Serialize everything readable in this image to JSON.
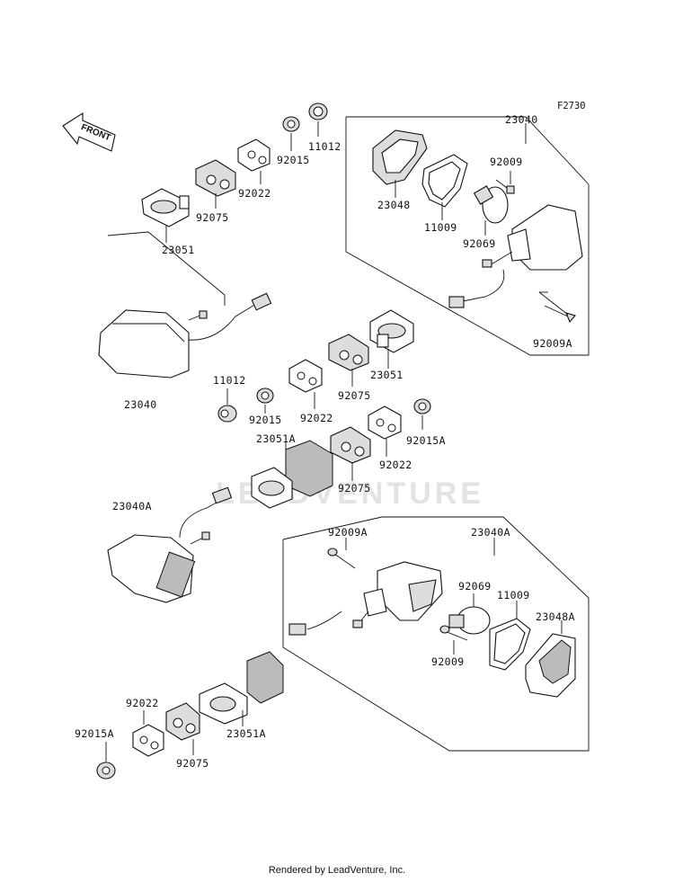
{
  "figure_code": "F2730",
  "front_arrow_label": "FRONT",
  "watermark": "LEADVENTURE",
  "footer": "Rendered by LeadVenture, Inc.",
  "part_labels": {
    "p23040_top_right": "23040",
    "p92009_top": "92009",
    "p23048": "23048",
    "p11009_top": "11009",
    "p92069_top": "92069",
    "p92009A_right": "92009A",
    "p23051_right": "23051",
    "p92075_mid": "92075",
    "p92022_mid": "92022",
    "p92015A_mid": "92015A",
    "p92022_mid2": "92022",
    "p92075_mid2": "92075",
    "p11012_top": "11012",
    "p92015_top": "92015",
    "p92022_top": "92022",
    "p92075_top": "92075",
    "p23051_top": "23051",
    "p23040_left": "23040",
    "p11012_mid": "11012",
    "p92015_mid": "92015",
    "p23051A_mid": "23051A",
    "p23040A_left": "23040A",
    "p92009A_lower": "92009A",
    "p23040A_lower_right": "23040A",
    "p92069_lower": "92069",
    "p11009_lower": "11009",
    "p23048A": "23048A",
    "p92009_lower": "92009",
    "p23051A_lower": "23051A",
    "p92022_lower": "92022",
    "p92015A_lower": "92015A",
    "p92075_lower": "92075"
  }
}
